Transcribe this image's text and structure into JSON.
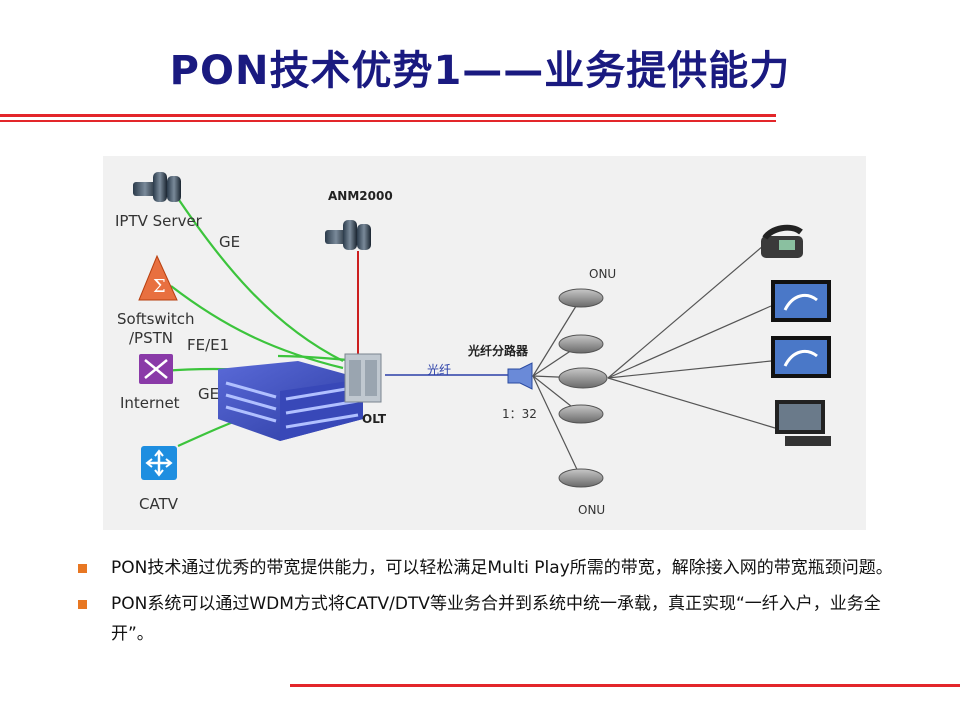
{
  "title": "PON技术优势1——业务提供能力",
  "diagram": {
    "labels": {
      "iptv": "IPTV Server",
      "ge1": "GE",
      "anm": "ANM2000",
      "softswitch": "Softswitch",
      "pstn": "/PSTN",
      "fe": "FE/E1",
      "internet": "Internet",
      "ge2": "GE",
      "catv": "CATV",
      "olt": "OLT",
      "splitter": "光纤分路器",
      "fiber": "光纤",
      "ratio": "1：32",
      "onu_top": "ONU",
      "onu_bottom": "ONU"
    },
    "colors": {
      "green_link": "#3cc43c",
      "red_link": "#cc1f1f",
      "blue_link": "#2a3fa8",
      "gray_link": "#666666"
    }
  },
  "bullets": [
    "PON技术通过优秀的带宽提供能力，可以轻松满足Multi Play所需的带宽，解除接入网的带宽瓶颈问题。",
    "PON系统可以通过WDM方式将CATV/DTV等业务合并到系统中统一承载，真正实现“一纤入户，业务全开”。"
  ]
}
